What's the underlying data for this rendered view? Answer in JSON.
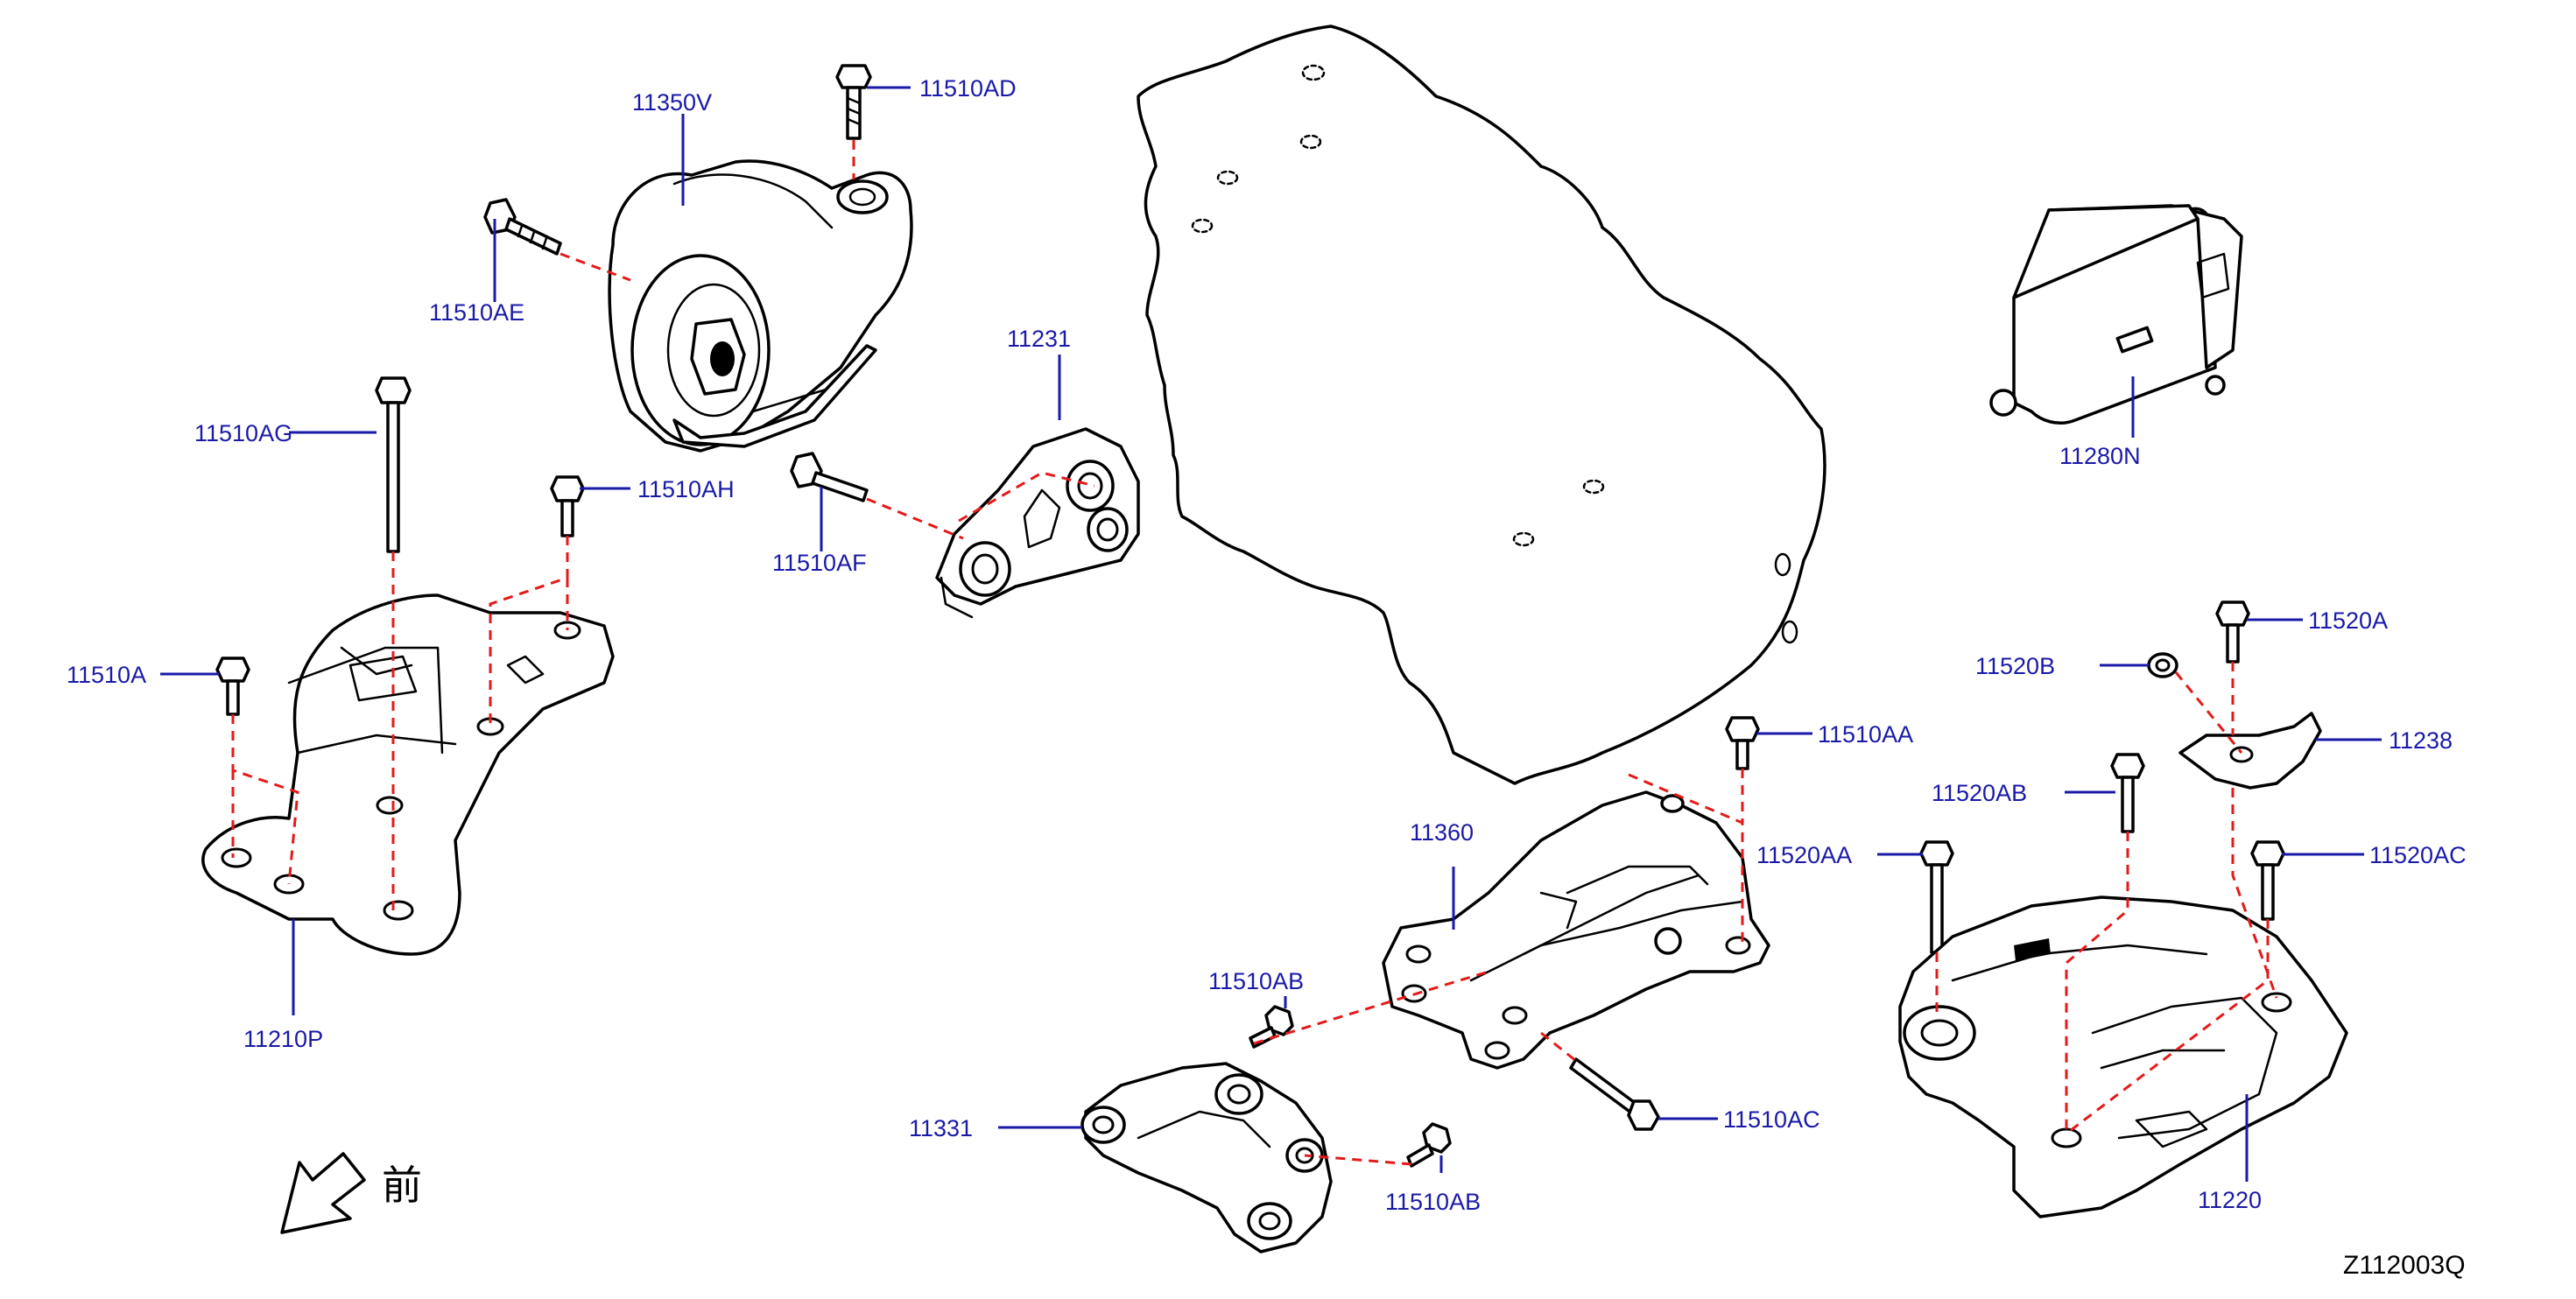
{
  "diagram_code": "Z112003Q",
  "front_label": "前",
  "callouts": {
    "c11350V": "11350V",
    "c11510AD": "11510AD",
    "c11510AE": "11510AE",
    "c11231": "11231",
    "c11510AF": "11510AF",
    "c11510AG": "11510AG",
    "c11510AH": "11510AH",
    "c11510A": "11510A",
    "c11210P": "11210P",
    "c11280N": "11280N",
    "c11520A": "11520A",
    "c11520B": "11520B",
    "c11238": "11238",
    "c11520AB": "11520AB",
    "c11520AC": "11520AC",
    "c11220": "11220",
    "c11510AA": "11510AA",
    "c11520AA": "11520AA",
    "c11360": "11360",
    "c11510AB_upper": "11510AB",
    "c11510AB_lower": "11510AB",
    "c11331": "11331",
    "c11510AC": "11510AC"
  },
  "colors": {
    "callout_text": "#1a1aa8",
    "leader_line": "#1a1aa8",
    "dashed_alignment": "#e41a1a",
    "part_outline": "#000000"
  },
  "icons": [
    "front-direction-arrow-icon"
  ]
}
